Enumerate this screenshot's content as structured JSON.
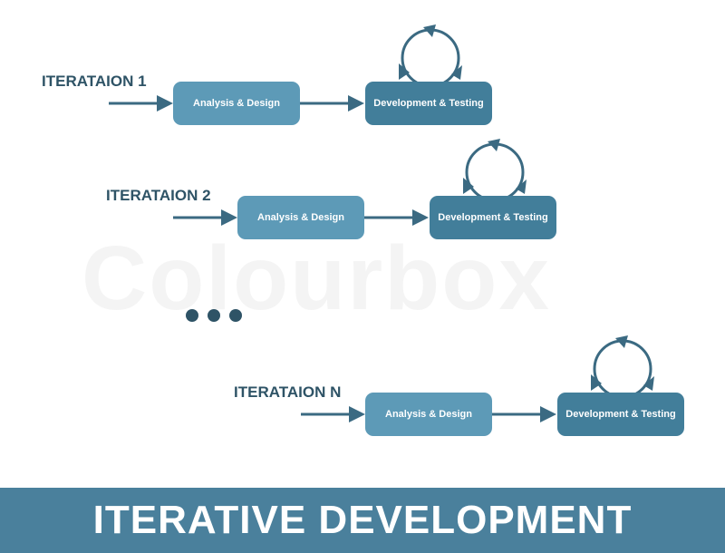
{
  "iterations": [
    {
      "label": "ITERATAION 1",
      "step1": "Analysis & Design",
      "step2": "Development & Testing"
    },
    {
      "label": "ITERATAION 2",
      "step1": "Analysis & Design",
      "step2": "Development & Testing"
    },
    {
      "label": "ITERATAION N",
      "step1": "Analysis & Design",
      "step2": "Development & Testing"
    }
  ],
  "watermark": "Colourbox",
  "banner": "ITERATIVE DEVELOPMENT",
  "colors": {
    "text": "#2e5366",
    "analysis": "#5d9ab7",
    "development": "#427e9a",
    "banner": "#4a809c"
  }
}
